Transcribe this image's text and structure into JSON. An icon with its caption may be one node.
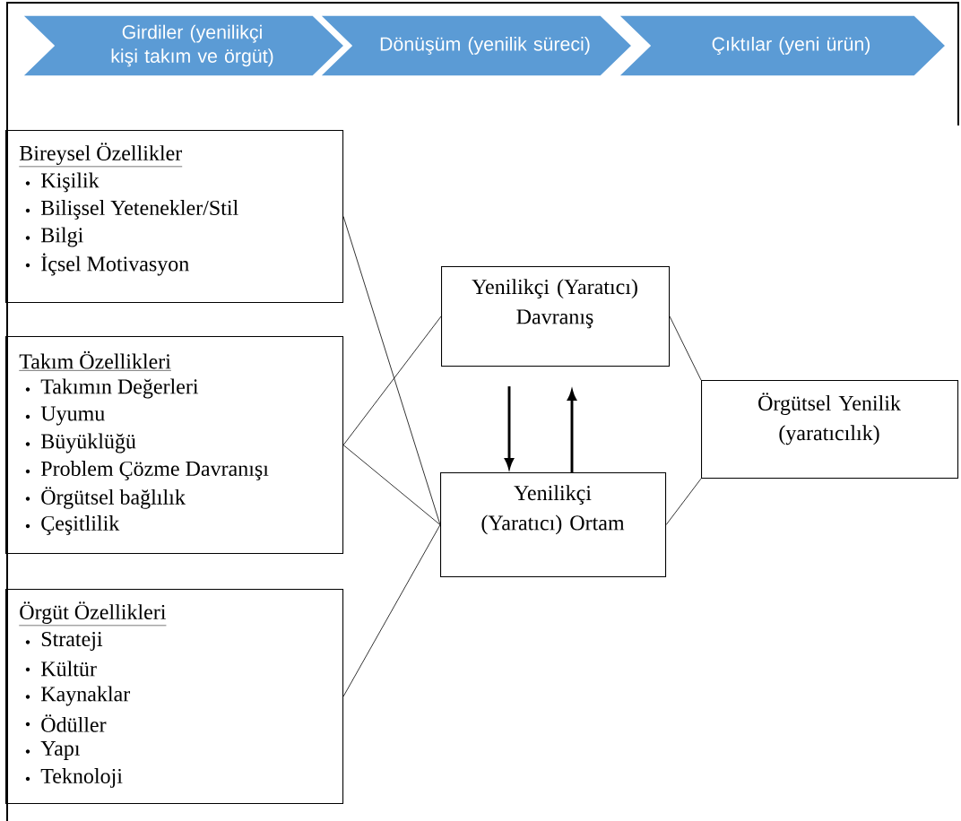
{
  "diagram": {
    "nodes": [
      {
        "text": [
          "Girdiler (yenilikçi kişi takım ve örgüt)"
        ]
      },
      {
        "text": [
          "Dönüşüm (yenilik süreci)"
        ]
      },
      {
        "text": [
          "Çıktılar (yeni ürün)"
        ]
      },
      {
        "text": [
          "Bireysel Özellikler",
          "Kişilik",
          "Bilişsel Yetenekler/Stil",
          "Bilgi",
          "İçsel Motivasyon"
        ]
      },
      {
        "text": [
          "Takım Özellikleri",
          "Takımın Değerleri",
          "Uyumu",
          "Büyüklüğü",
          "Problem Çözme Davranışı",
          "Örgütsel bağlılık",
          "Çeşitlilik"
        ]
      },
      {
        "text": [
          "Örgüt Özellikleri",
          "Strateji",
          "Kültür",
          "Kaynaklar",
          "Ödüller",
          "Yapı",
          "Teknoloji"
        ]
      },
      {
        "text": [
          "Yenilikçi (Yaratıcı) Davranış"
        ]
      },
      {
        "text": [
          "Yenilikçi (Yaratıcı) Ortam"
        ]
      },
      {
        "text": [
          "Örgütsel Yenilik (yaratıcılık)"
        ]
      }
    ],
    "edges": [
      {
        "from": 3,
        "to": 7,
        "arrow": "none"
      },
      {
        "from": 4,
        "to": 6,
        "arrow": "none"
      },
      {
        "from": 4,
        "to": 7,
        "arrow": "none"
      },
      {
        "from": 5,
        "to": 7,
        "arrow": "none"
      },
      {
        "from": 6,
        "to": 7,
        "arrow": "to",
        "style": "thick"
      },
      {
        "from": 7,
        "to": 6,
        "arrow": "to",
        "style": "thick"
      },
      {
        "from": 6,
        "to": 8,
        "arrow": "none"
      },
      {
        "from": 7,
        "to": 8,
        "arrow": "none"
      }
    ]
  }
}
